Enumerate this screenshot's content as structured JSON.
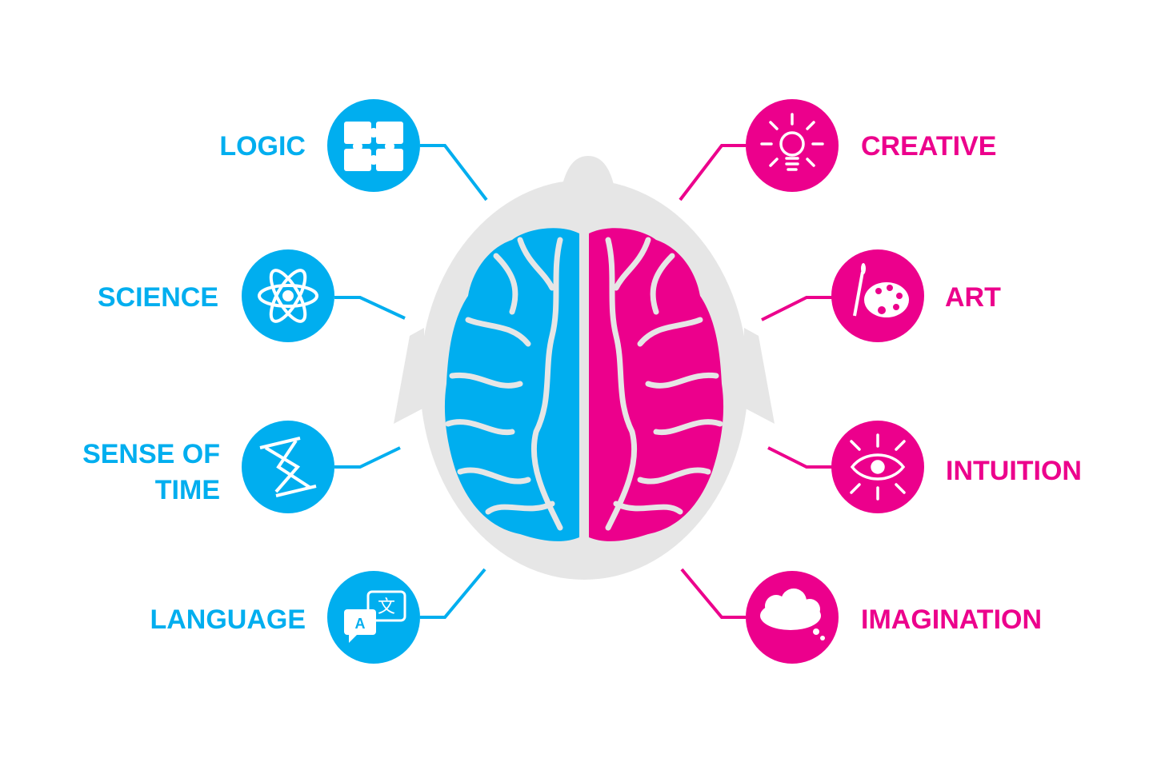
{
  "colors": {
    "left": "#00AEEF",
    "right": "#EC008C",
    "head": "#E6E6E6"
  },
  "left": [
    {
      "label": "LOGIC",
      "icon": "puzzle-icon"
    },
    {
      "label": "SCIENCE",
      "icon": "atom-icon"
    },
    {
      "label_line1": "SENSE OF",
      "label_line2": "TIME",
      "icon": "hourglass-icon"
    },
    {
      "label": "LANGUAGE",
      "icon": "translate-icon"
    }
  ],
  "right": [
    {
      "label": "CREATIVE",
      "icon": "lightbulb-icon"
    },
    {
      "label": "ART",
      "icon": "palette-icon"
    },
    {
      "label": "INTUITION",
      "icon": "eye-icon"
    },
    {
      "label": "IMAGINATION",
      "icon": "thought-cloud-icon"
    }
  ]
}
